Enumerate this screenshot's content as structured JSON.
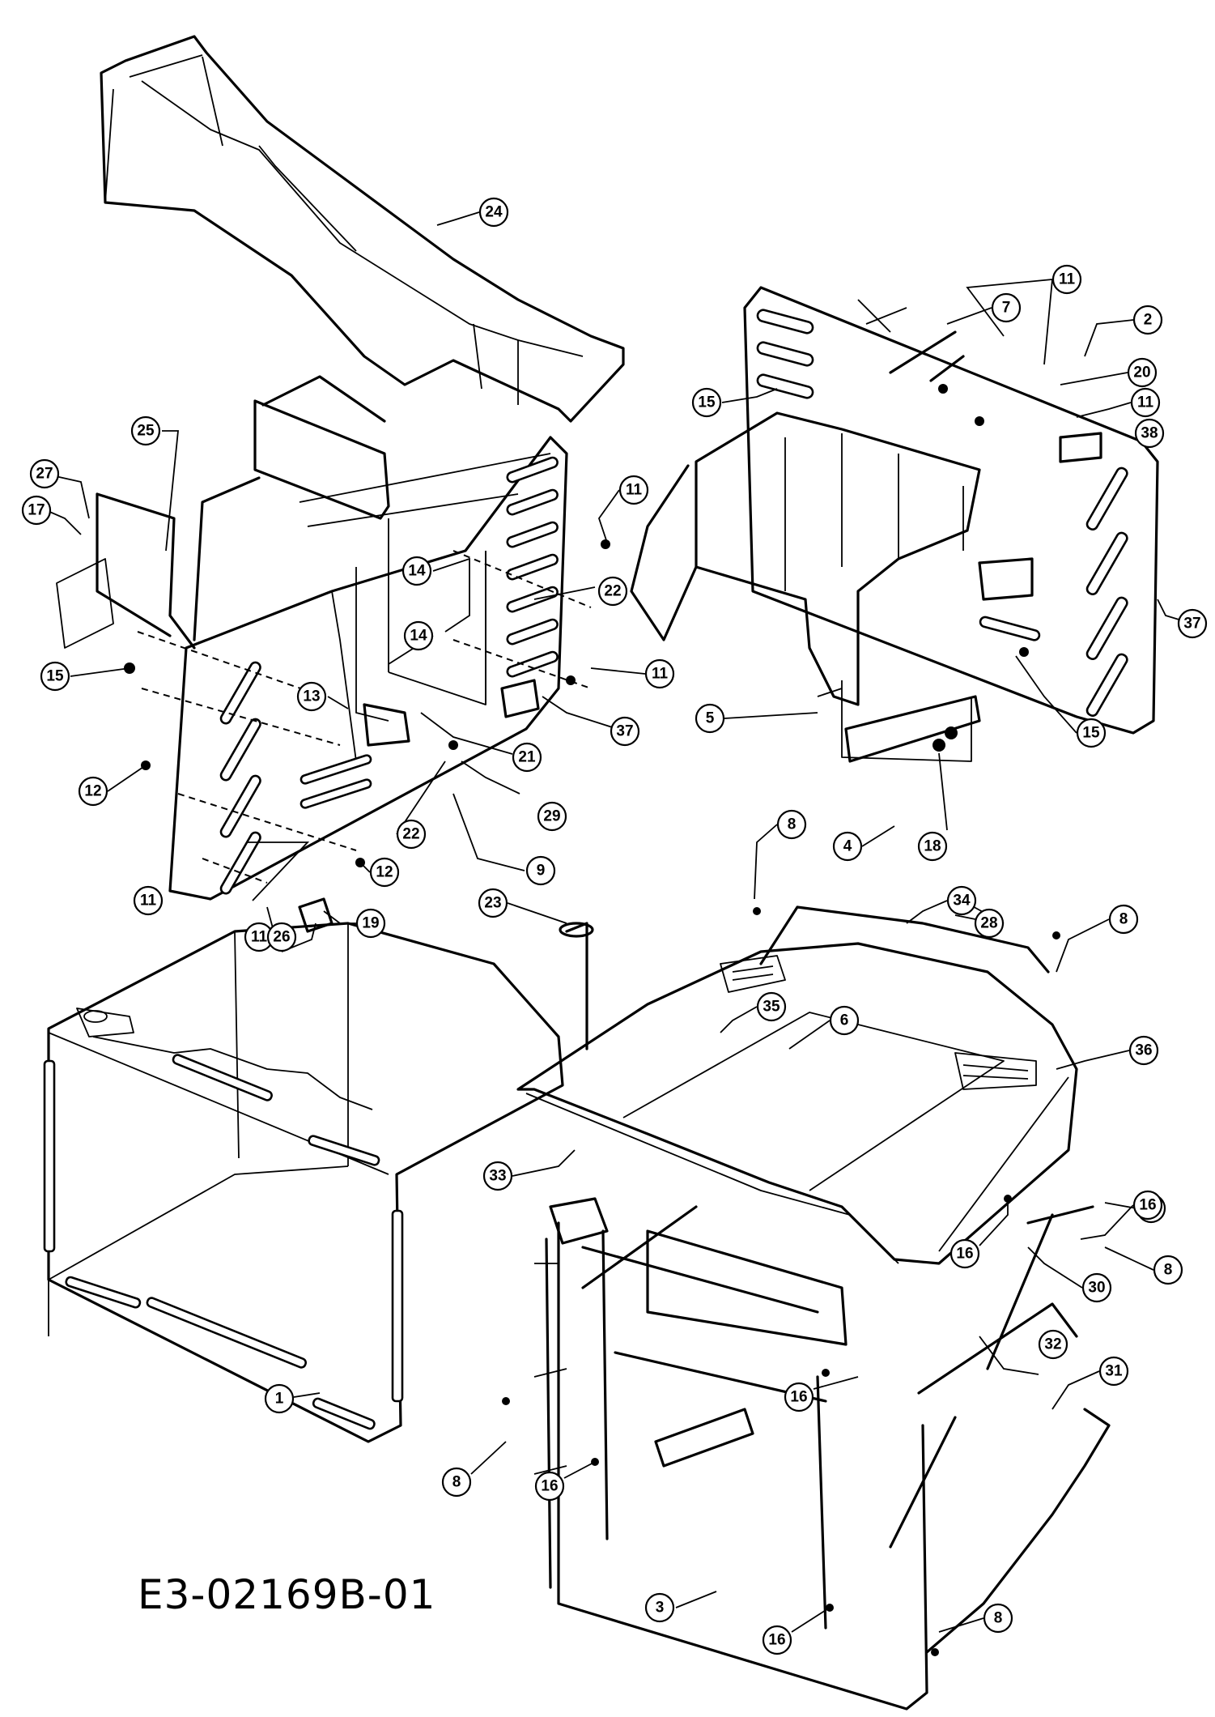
{
  "drawing_code": "E3-02169B-01",
  "callouts": [
    {
      "label": "1"
    },
    {
      "label": "2"
    },
    {
      "label": "3"
    },
    {
      "label": "4"
    },
    {
      "label": "5"
    },
    {
      "label": "6"
    },
    {
      "label": "7"
    },
    {
      "label": "8"
    },
    {
      "label": "8"
    },
    {
      "label": "8"
    },
    {
      "label": "8"
    },
    {
      "label": "8"
    },
    {
      "label": "8"
    },
    {
      "label": "9"
    },
    {
      "label": "11"
    },
    {
      "label": "11"
    },
    {
      "label": "11"
    },
    {
      "label": "11"
    },
    {
      "label": "11"
    },
    {
      "label": "11"
    },
    {
      "label": "12"
    },
    {
      "label": "12"
    },
    {
      "label": "13"
    },
    {
      "label": "14"
    },
    {
      "label": "14"
    },
    {
      "label": "15"
    },
    {
      "label": "15"
    },
    {
      "label": "15"
    },
    {
      "label": "16"
    },
    {
      "label": "16"
    },
    {
      "label": "16"
    },
    {
      "label": "16"
    },
    {
      "label": "16"
    },
    {
      "label": "17"
    },
    {
      "label": "18"
    },
    {
      "label": "19"
    },
    {
      "label": "20"
    },
    {
      "label": "21"
    },
    {
      "label": "22"
    },
    {
      "label": "22"
    },
    {
      "label": "23"
    },
    {
      "label": "24"
    },
    {
      "label": "25"
    },
    {
      "label": "26"
    },
    {
      "label": "27"
    },
    {
      "label": "28"
    },
    {
      "label": "29"
    },
    {
      "label": "30"
    },
    {
      "label": "31"
    },
    {
      "label": "32"
    },
    {
      "label": "33"
    },
    {
      "label": "34"
    },
    {
      "label": "35"
    },
    {
      "label": "36"
    },
    {
      "label": "37"
    },
    {
      "label": "37"
    },
    {
      "label": "38"
    }
  ]
}
